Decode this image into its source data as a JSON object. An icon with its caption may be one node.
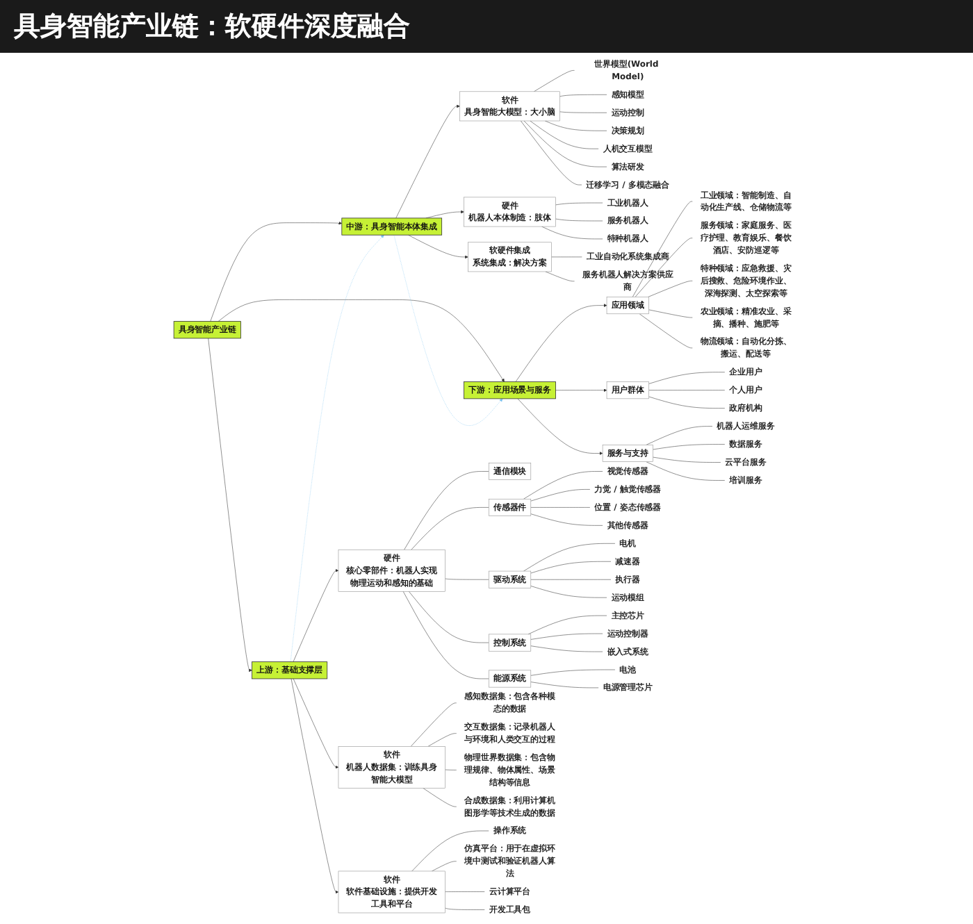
{
  "diagram": {
    "title": "具身智能产业链：软硬件深度融合",
    "nodes": [
      {
        "text": [
          "具身智能产业链"
        ]
      },
      {
        "text": [
          "中游：具身智能本体集成"
        ]
      },
      {
        "text": [
          "上游：基础支撑层"
        ]
      },
      {
        "text": [
          "下游：应用场景与服务"
        ]
      },
      {
        "text": [
          "硬件",
          "核心零部件：机器人实现物理运动和感知的基础"
        ]
      },
      {
        "text": [
          "传感器件"
        ]
      },
      {
        "text": [
          "视觉传感器"
        ]
      },
      {
        "text": [
          "力觉 / 触觉传感器"
        ]
      },
      {
        "text": [
          "位置 / 姿态传感器"
        ]
      },
      {
        "text": [
          "其他传感器"
        ]
      },
      {
        "text": [
          "驱动系统"
        ]
      },
      {
        "text": [
          "电机"
        ]
      },
      {
        "text": [
          "减速器"
        ]
      },
      {
        "text": [
          "执行器"
        ]
      },
      {
        "text": [
          "运动模组"
        ]
      },
      {
        "text": [
          "控制系统"
        ]
      },
      {
        "text": [
          "主控芯片"
        ]
      },
      {
        "text": [
          "运动控制器"
        ]
      },
      {
        "text": [
          "嵌入式系统"
        ]
      },
      {
        "text": [
          "能源系统"
        ]
      },
      {
        "text": [
          "电池"
        ]
      },
      {
        "text": [
          "电源管理芯片"
        ]
      },
      {
        "text": [
          "通信模块"
        ]
      },
      {
        "text": [
          "软件",
          "机器人数据集：训练具身智能大模型"
        ]
      },
      {
        "text": [
          "感知数据集：包含各种模态的数据"
        ]
      },
      {
        "text": [
          "交互数据集：记录机器人与环境和人类交互的过程"
        ]
      },
      {
        "text": [
          "物理世界数据集：包含物理规律、物体属性、场景结构等信息"
        ]
      },
      {
        "text": [
          "合成数据集：利用计算机图形学等技术生成的数据"
        ]
      },
      {
        "text": [
          "软件",
          "软件基础设施：提供开发工具和平台"
        ]
      },
      {
        "text": [
          "操作系统"
        ]
      },
      {
        "text": [
          "仿真平台：用于在虚拟环境中测试和验证机器人算法"
        ]
      },
      {
        "text": [
          "云计算平台"
        ]
      },
      {
        "text": [
          "开发工具包"
        ]
      },
      {
        "text": [
          "软件",
          "具身智能大模型：大小脑"
        ]
      },
      {
        "text": [
          "世界模型(World Model)"
        ]
      },
      {
        "text": [
          "感知模型"
        ]
      },
      {
        "text": [
          "运动控制"
        ]
      },
      {
        "text": [
          "决策规划"
        ]
      },
      {
        "text": [
          "人机交互模型"
        ]
      },
      {
        "text": [
          "算法研发"
        ]
      },
      {
        "text": [
          "迁移学习 / 多模态融合"
        ]
      },
      {
        "text": [
          "硬件",
          "机器人本体制造：肢体"
        ]
      },
      {
        "text": [
          "工业机器人"
        ]
      },
      {
        "text": [
          "服务机器人"
        ]
      },
      {
        "text": [
          "特种机器人"
        ]
      },
      {
        "text": [
          "软硬件集成",
          "系统集成：解决方案"
        ]
      },
      {
        "text": [
          "工业自动化系统集成商"
        ]
      },
      {
        "text": [
          "服务机器人解决方案供应商"
        ]
      },
      {
        "text": [
          "应用领域"
        ]
      },
      {
        "text": [
          "工业领域：智能制造、自动化生产线、仓储物流等"
        ]
      },
      {
        "text": [
          "服务领域：家庭服务、医疗护理、教育娱乐、餐饮酒店、安防巡逻等"
        ]
      },
      {
        "text": [
          "特种领域：应急救援、灾后搜救、危险环境作业、深海探测、太空探索等"
        ]
      },
      {
        "text": [
          "农业领域：精准农业、采摘、播种、施肥等"
        ]
      },
      {
        "text": [
          "物流领域：自动化分拣、搬运、配送等"
        ]
      },
      {
        "text": [
          "用户群体"
        ]
      },
      {
        "text": [
          "企业用户"
        ]
      },
      {
        "text": [
          "个人用户"
        ]
      },
      {
        "text": [
          "政府机构"
        ]
      },
      {
        "text": [
          "服务与支持"
        ]
      },
      {
        "text": [
          "机器人运维服务"
        ]
      },
      {
        "text": [
          "数据服务"
        ]
      },
      {
        "text": [
          "云平台服务"
        ]
      },
      {
        "text": [
          "培训服务"
        ]
      }
    ],
    "edges": [
      {
        "from": 0,
        "to": 1,
        "arrow": "to"
      },
      {
        "from": 0,
        "to": 2,
        "arrow": "to"
      },
      {
        "from": 0,
        "to": 3,
        "arrow": "to"
      },
      {
        "from": 2,
        "to": 1,
        "arrow": "to",
        "style": "dashed",
        "color": "#7cc3f0"
      },
      {
        "from": 1,
        "to": 3,
        "arrow": "to",
        "style": "dashed",
        "color": "#7cc3f0"
      },
      {
        "from": 2,
        "to": 4,
        "arrow": "to"
      },
      {
        "from": 2,
        "to": 23,
        "arrow": "to"
      },
      {
        "from": 2,
        "to": 28,
        "arrow": "to"
      },
      {
        "from": 4,
        "to": 5,
        "arrow": "none"
      },
      {
        "from": 5,
        "to": 6,
        "arrow": "none"
      },
      {
        "from": 5,
        "to": 7,
        "arrow": "none"
      },
      {
        "from": 5,
        "to": 8,
        "arrow": "none"
      },
      {
        "from": 5,
        "to": 9,
        "arrow": "none"
      },
      {
        "from": 4,
        "to": 10,
        "arrow": "none"
      },
      {
        "from": 10,
        "to": 11,
        "arrow": "none"
      },
      {
        "from": 10,
        "to": 12,
        "arrow": "none"
      },
      {
        "from": 10,
        "to": 13,
        "arrow": "none"
      },
      {
        "from": 10,
        "to": 14,
        "arrow": "none"
      },
      {
        "from": 4,
        "to": 15,
        "arrow": "none"
      },
      {
        "from": 15,
        "to": 16,
        "arrow": "none"
      },
      {
        "from": 15,
        "to": 17,
        "arrow": "none"
      },
      {
        "from": 15,
        "to": 18,
        "arrow": "none"
      },
      {
        "from": 4,
        "to": 19,
        "arrow": "none"
      },
      {
        "from": 19,
        "to": 20,
        "arrow": "none"
      },
      {
        "from": 19,
        "to": 21,
        "arrow": "none"
      },
      {
        "from": 4,
        "to": 22,
        "arrow": "none"
      },
      {
        "from": 23,
        "to": 24,
        "arrow": "none"
      },
      {
        "from": 23,
        "to": 25,
        "arrow": "none"
      },
      {
        "from": 23,
        "to": 26,
        "arrow": "none"
      },
      {
        "from": 23,
        "to": 27,
        "arrow": "none"
      },
      {
        "from": 28,
        "to": 29,
        "arrow": "none"
      },
      {
        "from": 28,
        "to": 30,
        "arrow": "none"
      },
      {
        "from": 28,
        "to": 31,
        "arrow": "none"
      },
      {
        "from": 28,
        "to": 32,
        "arrow": "none"
      },
      {
        "from": 1,
        "to": 33,
        "arrow": "to"
      },
      {
        "from": 1,
        "to": 41,
        "arrow": "to"
      },
      {
        "from": 1,
        "to": 45,
        "arrow": "to"
      },
      {
        "from": 33,
        "to": 34,
        "arrow": "none"
      },
      {
        "from": 33,
        "to": 35,
        "arrow": "none"
      },
      {
        "from": 33,
        "to": 36,
        "arrow": "none"
      },
      {
        "from": 33,
        "to": 37,
        "arrow": "none"
      },
      {
        "from": 33,
        "to": 38,
        "arrow": "none"
      },
      {
        "from": 33,
        "to": 39,
        "arrow": "none"
      },
      {
        "from": 33,
        "to": 40,
        "arrow": "none"
      },
      {
        "from": 41,
        "to": 42,
        "arrow": "none"
      },
      {
        "from": 41,
        "to": 43,
        "arrow": "none"
      },
      {
        "from": 41,
        "to": 44,
        "arrow": "none"
      },
      {
        "from": 45,
        "to": 46,
        "arrow": "none"
      },
      {
        "from": 45,
        "to": 47,
        "arrow": "none"
      },
      {
        "from": 3,
        "to": 48,
        "arrow": "to"
      },
      {
        "from": 3,
        "to": 54,
        "arrow": "to"
      },
      {
        "from": 3,
        "to": 58,
        "arrow": "to"
      },
      {
        "from": 48,
        "to": 49,
        "arrow": "none"
      },
      {
        "from": 48,
        "to": 50,
        "arrow": "none"
      },
      {
        "from": 48,
        "to": 51,
        "arrow": "none"
      },
      {
        "from": 48,
        "to": 52,
        "arrow": "none"
      },
      {
        "from": 48,
        "to": 53,
        "arrow": "none"
      },
      {
        "from": 54,
        "to": 55,
        "arrow": "none"
      },
      {
        "from": 54,
        "to": 56,
        "arrow": "none"
      },
      {
        "from": 54,
        "to": 57,
        "arrow": "none"
      },
      {
        "from": 58,
        "to": 59,
        "arrow": "none"
      },
      {
        "from": 58,
        "to": 60,
        "arrow": "none"
      },
      {
        "from": 58,
        "to": 61,
        "arrow": "none"
      },
      {
        "from": 58,
        "to": 62,
        "arrow": "none"
      }
    ]
  }
}
